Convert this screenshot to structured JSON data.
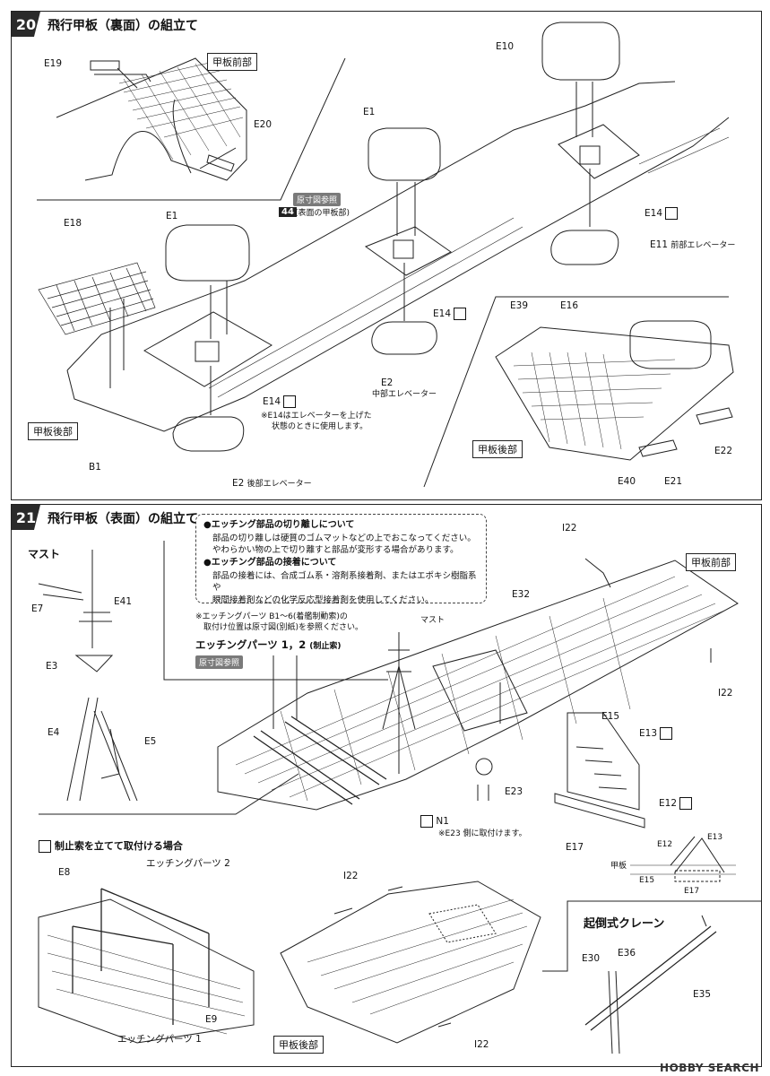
{
  "step20": {
    "number": "20",
    "title": "飛行甲板（裏面）の組立て",
    "labels": {
      "e19": "E19",
      "front_box": "甲板前部",
      "e20": "E20",
      "e10": "E10",
      "e1_top": "E1",
      "ref_badge": "原寸図参照",
      "ref_num": "44",
      "ref_text": "(表面の甲板部)",
      "e14_right": "E14",
      "e11": "E11",
      "e11_desc": "前部エレベーター",
      "e18": "E18",
      "e1_left": "E1",
      "e14_mid": "E14",
      "e2_mid": "E2",
      "e2_mid_desc": "中部エレベーター",
      "e14_left": "E14",
      "e14_note1": "※E14はエレベーターを上げた",
      "e14_note2": "状態のときに使用します。",
      "rear_box": "甲板後部",
      "b1": "B1",
      "e2_left": "E2",
      "e2_left_desc": "後部エレベーター",
      "e39": "E39",
      "e16": "E16",
      "rear_box2": "甲板後部",
      "e22": "E22",
      "e40": "E40",
      "e21": "E21"
    }
  },
  "step21": {
    "number": "21",
    "title": "飛行甲板（表面）の組立て",
    "note": {
      "h1": "●エッチング部品の切り離しについて",
      "l1": "部品の切り離しは硬質のゴムマットなどの上でおこなってください。",
      "l2": "やわらかい物の上で切り離すと部品が変形する場合があります。",
      "h2": "●エッチング部品の接着について",
      "l3": "部品の接着には、合成ゴム系・溶剤系接着剤、またはエポキシ樹脂系や",
      "l4": "瞬間接着剤などの化学反応型接着剤を使用してください。"
    },
    "labels": {
      "mast": "マスト",
      "e7": "E7",
      "e41": "E41",
      "e3": "E3",
      "e4": "E4",
      "e5": "E5",
      "etch_note1": "※エッチングパーツ B1～6(着艦制動索)の",
      "etch_note2": "取付け位置は原寸図(別紙)を参照ください。",
      "etch12": "エッチングパーツ 1，2",
      "etch12_sub": "(制止索)",
      "ref_badge": "原寸図参照",
      "mast_center": "マスト",
      "i22_top": "I22",
      "front_box": "甲板前部",
      "e32": "E32",
      "i22_right": "I22",
      "e15": "E15",
      "e13": "E13",
      "e23": "E23",
      "e12": "E12",
      "n1": "N1",
      "n1_note": "※E23 側に取付けます。",
      "e17": "E17",
      "x_e12": "E12",
      "x_e13": "E13",
      "x_deck": "甲板",
      "x_e15": "E15",
      "x_e17": "E17",
      "barrier_title": "制止索を立てて取付ける場合",
      "e8": "E8",
      "etch2": "エッチングパーツ 2",
      "e9": "E9",
      "etch1": "エッチングパーツ 1",
      "i22_bottom_top": "I22",
      "rear_box": "甲板後部",
      "i22_bottom": "I22",
      "crane_title": "起倒式クレーン",
      "e30": "E30",
      "e36": "E36",
      "e35": "E35"
    }
  },
  "watermark": "HOBBY SEARCH"
}
